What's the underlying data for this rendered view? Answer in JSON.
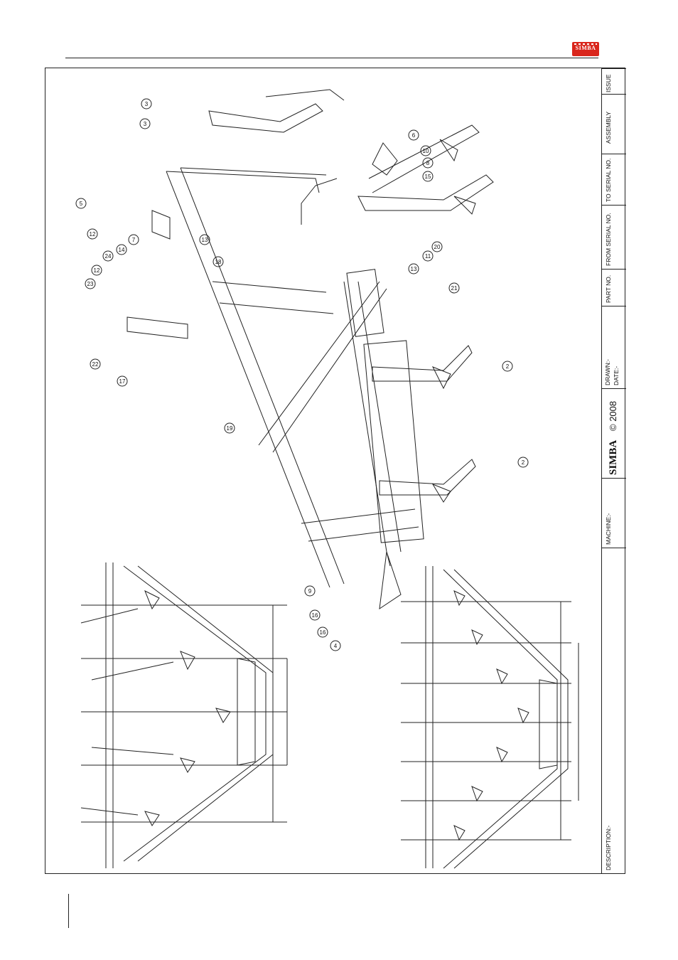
{
  "header": {
    "brand_logo_text": "SIMBA"
  },
  "callouts": [
    "3",
    "3",
    "5",
    "12",
    "13",
    "18",
    "7",
    "14",
    "24",
    "12",
    "23",
    "22",
    "17",
    "6",
    "10",
    "8",
    "15",
    "20",
    "11",
    "13",
    "21",
    "2",
    "19",
    "2",
    "9",
    "16",
    "16",
    "4"
  ],
  "title_block": {
    "issue_label": "ISSUE",
    "assembly_label": "ASSEMBLY",
    "to_serial_label": "TO SERIAL NO.",
    "from_serial_label": "FROM SERIAL NO.",
    "part_no_label": "PART NO.",
    "drawn_label": "DRAWN:-",
    "date_label": "DATE:-",
    "copyright": "© 2008",
    "brand": "SIMBA",
    "machine_label": "MACHINE:-",
    "description_label": "DESCRIPTION:-"
  },
  "colors": {
    "logo_red": "#d9261c",
    "line": "#222222"
  }
}
